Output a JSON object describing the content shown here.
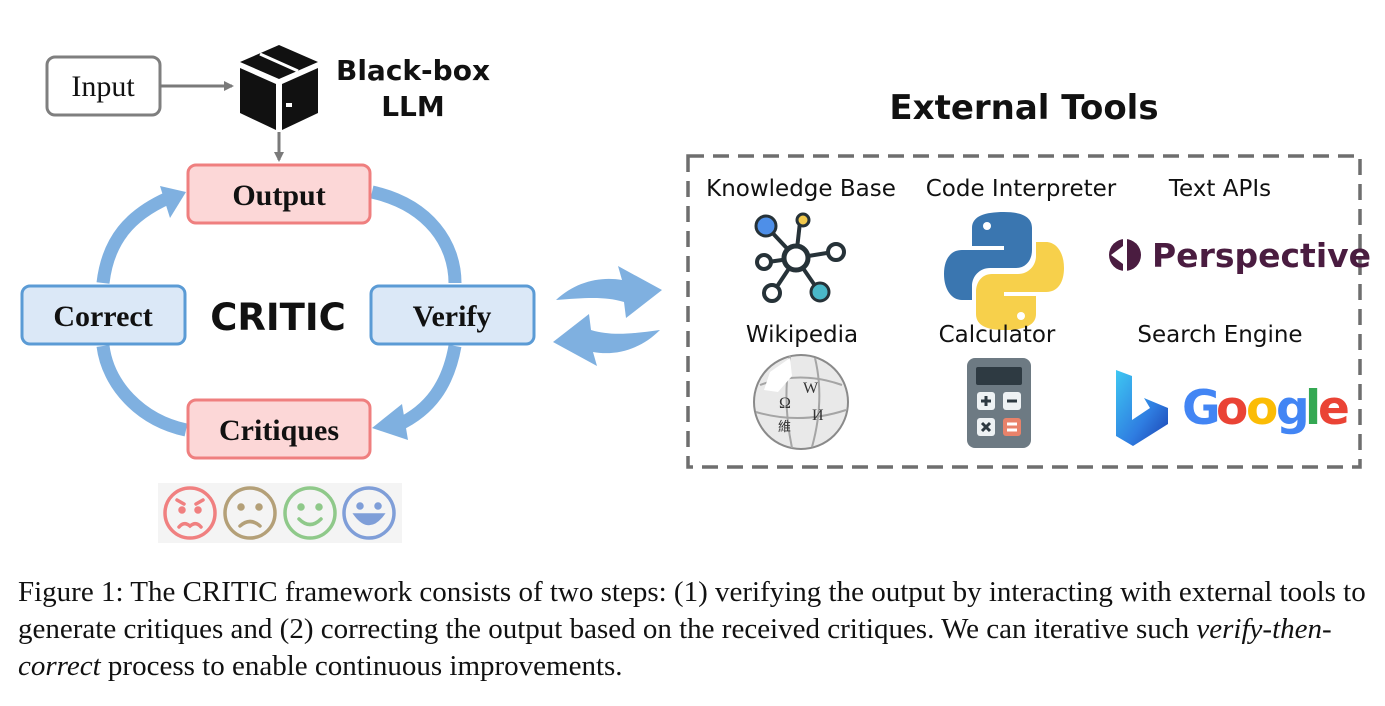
{
  "diagram": {
    "input_label": "Input",
    "blackbox_line1": "Black-box",
    "blackbox_line2": "LLM",
    "output_label": "Output",
    "correct_label": "Correct",
    "verify_label": "Verify",
    "critiques_label": "Critiques",
    "center_label": "CRITIC",
    "faces": [
      "worried-face-icon",
      "sad-face-icon",
      "smile-face-icon",
      "happy-face-icon"
    ],
    "colors": {
      "pink_fill": "#fcd7d7",
      "pink_border": "#ef7f7f",
      "blue_fill": "#dbe8f7",
      "blue_border": "#5b9bd5",
      "arrow_blue": "#7fb0e0",
      "gray_arrow": "#7a7a7a"
    }
  },
  "tools": {
    "title": "External Tools",
    "knowledge_base": "Knowledge Base",
    "code_interpreter": "Code Interpreter",
    "text_apis": "Text APIs",
    "wikipedia": "Wikipedia",
    "calculator": "Calculator",
    "search_engine": "Search Engine",
    "perspective_logo": "Perspective",
    "google_logo": [
      "G",
      "o",
      "o",
      "g",
      "l",
      "e"
    ]
  },
  "caption": {
    "part1": "Figure 1: The CRITIC framework consists of two steps: (1) verifying the output by interacting with external tools to generate critiques and (2) correcting the output based on the received critiques. We can iterative such ",
    "emph": "verify-then-correct",
    "part2": " process to enable continuous improvements."
  }
}
